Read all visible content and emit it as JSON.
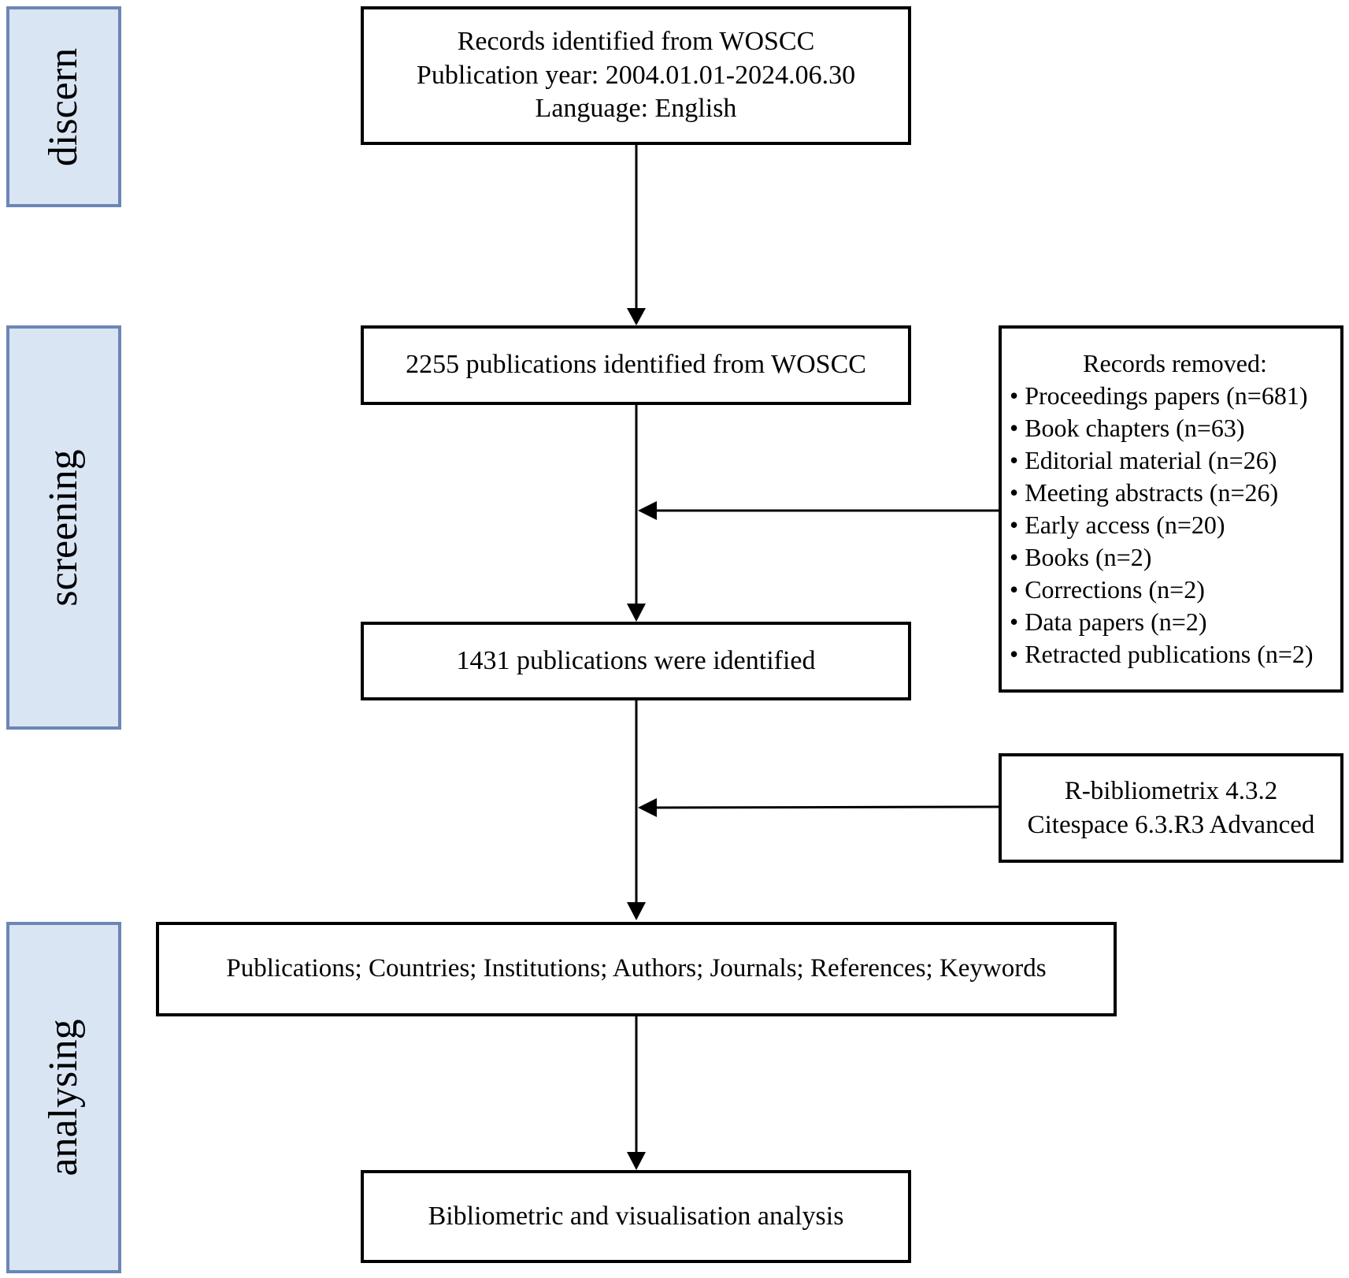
{
  "stages": {
    "discern": "discern",
    "screening": "screening",
    "analysing": "analysing"
  },
  "boxes": {
    "identification": {
      "lines": [
        "Records identified from WOSCC",
        "Publication year: 2004.01.01-2024.06.30",
        "Language: English"
      ]
    },
    "identified_2255": "2255 publications identified from WOSCC",
    "identified_1431": "1431 publications were identified",
    "records_removed": {
      "title": "Records removed:",
      "items": [
        "Proceedings papers (n=681)",
        "Book chapters (n=63)",
        "Editorial material (n=26)",
        "Meeting abstracts (n=26)",
        "Early access (n=20)",
        "Books (n=2)",
        "Corrections (n=2)",
        "Data papers (n=2)",
        "Retracted publications (n=2)"
      ]
    },
    "tools": {
      "lines": [
        "R-bibliometrix 4.3.2",
        "Citespace 6.3.R3 Advanced"
      ]
    },
    "analysis_items": "Publications; Countries; Institutions; Authors; Journals; References; Keywords",
    "final": "Bibliometric and visualisation analysis"
  },
  "colors": {
    "stage_fill": "#dae5f4",
    "stage_border": "#6b86b6",
    "box_border": "#000000"
  }
}
